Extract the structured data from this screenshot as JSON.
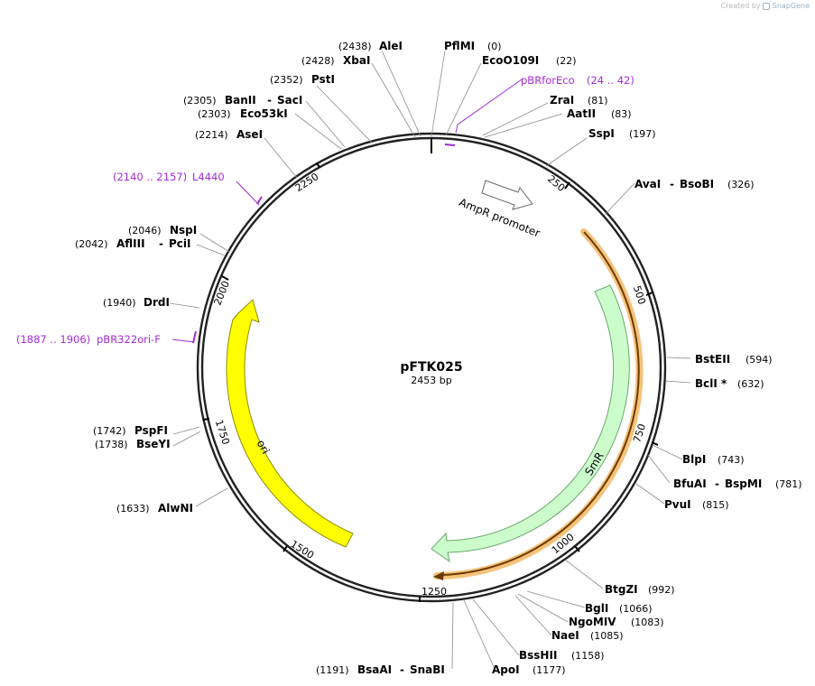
{
  "credit": {
    "prefix": "Created by",
    "brand": "SnapGene",
    "logo_icon": "snapgene-logo-icon"
  },
  "plasmid": {
    "name": "pFTK025",
    "length_label": "2453 bp",
    "length": 2453
  },
  "ticks": [
    "250",
    "500",
    "750",
    "1000",
    "1250",
    "1500",
    "1750",
    "2000",
    "2250"
  ],
  "features": [
    {
      "name": "AmpR promoter",
      "kind": "promoter",
      "color": "#ffffff"
    },
    {
      "name": "SmR",
      "kind": "cds",
      "color": "#ccfccc"
    },
    {
      "name": "ori",
      "kind": "origin",
      "color": "#ffff00"
    },
    {
      "name": "highlight",
      "kind": "highlight",
      "color": "#e8a13a"
    }
  ],
  "primers": [
    {
      "name": "pBRforEco",
      "pos": "(24 .. 42)",
      "color": "#a32bd6"
    },
    {
      "name": "L4440",
      "pos": "(2140 .. 2157)",
      "color": "#a32bd6"
    },
    {
      "name": "pBR322ori-F",
      "pos": "(1887 .. 1906)",
      "color": "#a32bd6"
    }
  ],
  "enzymes": [
    {
      "name": "AleI",
      "pos": "(2438)"
    },
    {
      "name": "XbaI",
      "pos": "(2428)"
    },
    {
      "name": "PstI",
      "pos": "(2352)"
    },
    {
      "name": "BanII",
      "name2": "SacI",
      "pos": "(2305)"
    },
    {
      "name": "Eco53kI",
      "pos": "(2303)"
    },
    {
      "name": "AseI",
      "pos": "(2214)"
    },
    {
      "name": "NspI",
      "pos": "(2046)"
    },
    {
      "name": "AflIII",
      "name2": "PciI",
      "pos": "(2042)"
    },
    {
      "name": "DrdI",
      "pos": "(1940)"
    },
    {
      "name": "PspFI",
      "pos": "(1742)"
    },
    {
      "name": "BseYI",
      "pos": "(1738)"
    },
    {
      "name": "AlwNI",
      "pos": "(1633)"
    },
    {
      "name": "PflMI",
      "pos": "(0)"
    },
    {
      "name": "EcoO109I",
      "pos": "(22)"
    },
    {
      "name": "ZraI",
      "pos": "(81)"
    },
    {
      "name": "AatII",
      "pos": "(83)"
    },
    {
      "name": "SspI",
      "pos": "(197)"
    },
    {
      "name": "AvaI",
      "name2": "BsoBI",
      "pos": "(326)"
    },
    {
      "name": "BstEII",
      "pos": "(594)"
    },
    {
      "name": "BclI *",
      "pos": "(632)"
    },
    {
      "name": "BlpI",
      "pos": "(743)"
    },
    {
      "name": "BfuAI",
      "name2": "BspMI",
      "pos": "(781)"
    },
    {
      "name": "PvuI",
      "pos": "(815)"
    },
    {
      "name": "BtgZI",
      "pos": "(992)"
    },
    {
      "name": "BglI",
      "pos": "(1066)"
    },
    {
      "name": "NgoMIV",
      "pos": "(1083)"
    },
    {
      "name": "NaeI",
      "pos": "(1085)"
    },
    {
      "name": "BssHII",
      "pos": "(1158)"
    },
    {
      "name": "ApoI",
      "pos": "(1177)"
    },
    {
      "name": "BsaAI",
      "name2": "SnaBI",
      "pos": "(1191)"
    }
  ]
}
